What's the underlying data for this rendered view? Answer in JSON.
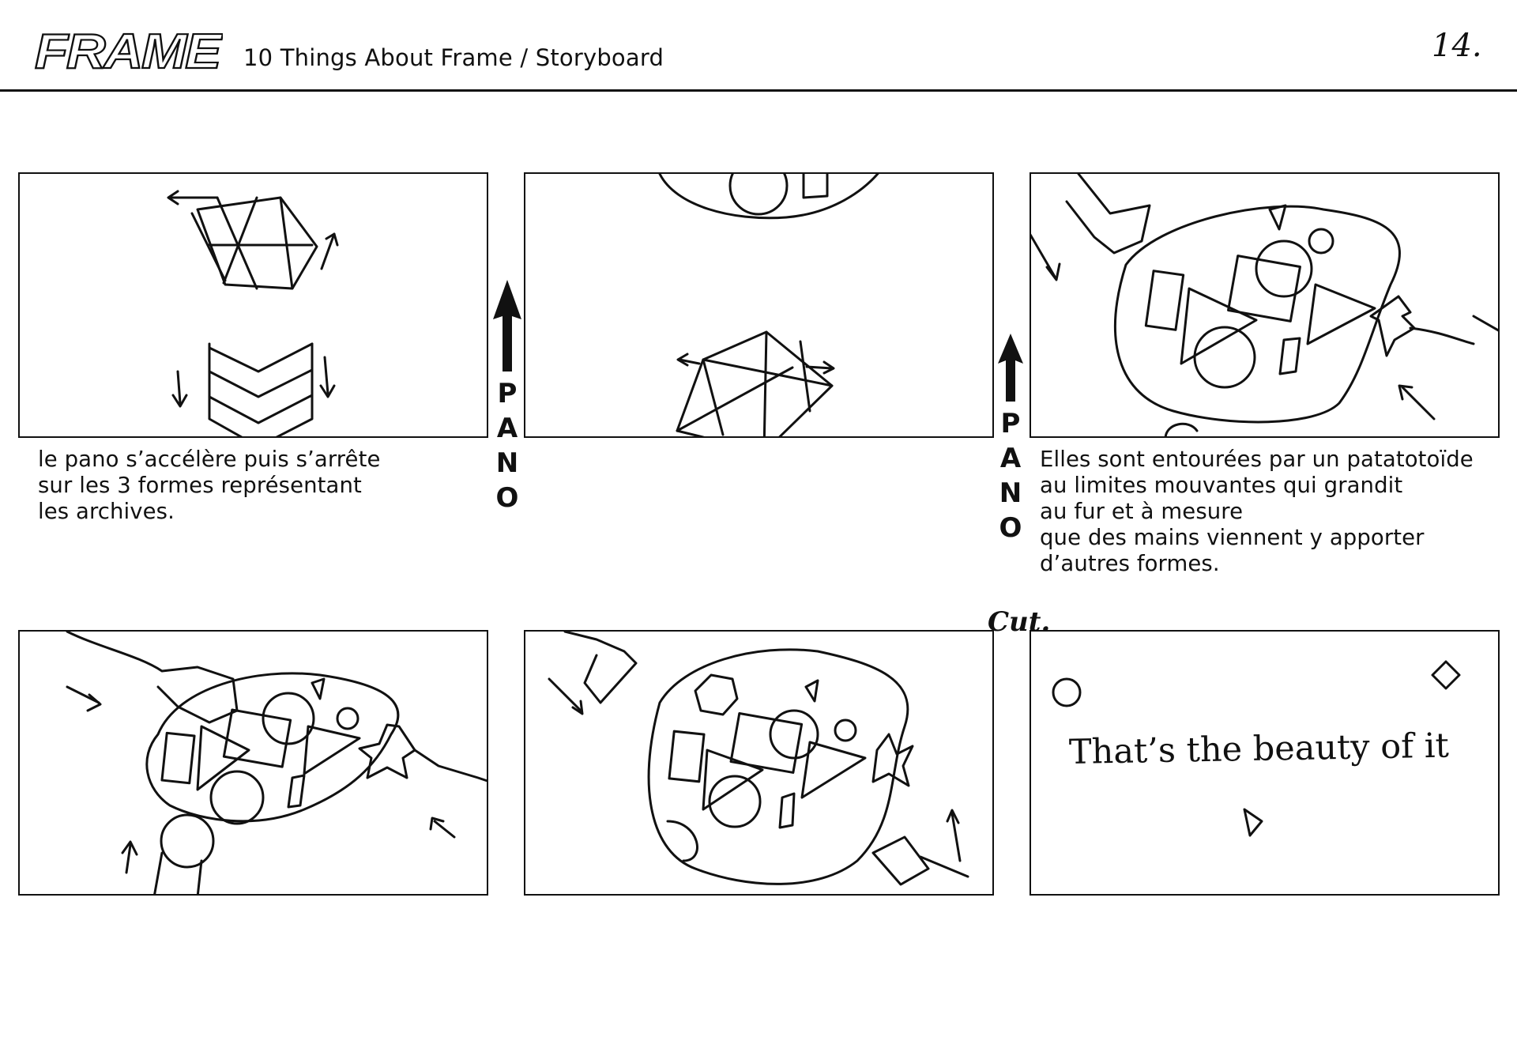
{
  "header": {
    "logo_text": "FRAME",
    "title": "10 Things About Frame / Storyboard",
    "page_number": "14."
  },
  "panels": [
    {
      "id": 1,
      "caption": [
        "le pano s’accélère puis s’arrête",
        "sur les 3 formes représentant",
        "les archives."
      ]
    },
    {
      "id": 2,
      "caption": []
    },
    {
      "id": 3,
      "caption": [
        "Elles sont entourées par un patatotoïde",
        "au limites mouvantes qui grandit",
        "au fur et à mesure",
        "que des mains viennent y apporter",
        "d’autres formes."
      ]
    },
    {
      "id": 4,
      "caption": []
    },
    {
      "id": 5,
      "caption": []
    },
    {
      "id": 6,
      "caption": [],
      "overlay_text": "That’s the beauty of it"
    }
  ],
  "transitions": {
    "pano_1": [
      "P",
      "A",
      "N",
      "O"
    ],
    "pano_2": [
      "P",
      "A",
      "N",
      "O"
    ],
    "cut": "Cut."
  }
}
